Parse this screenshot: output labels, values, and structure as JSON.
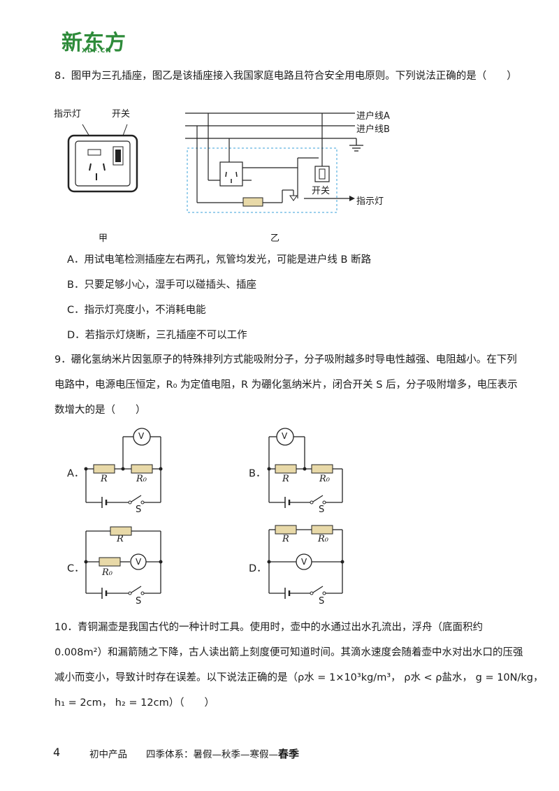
{
  "logo": {
    "main": "新东方",
    "sub": "XDF.CN"
  },
  "q8": {
    "stem": "8．图甲为三孔插座，图乙是该插座接入我国家庭电路且符合安全用电原则。下列说法正确的是（　　）",
    "fig_jia": {
      "label_lamp": "指示灯",
      "label_switch": "开关",
      "caption": "甲"
    },
    "fig_yi": {
      "line_a": "进户线A",
      "line_b": "进户线B",
      "switch": "开关",
      "lamp": "指示灯",
      "caption": "乙"
    },
    "options": [
      "A．用试电笔检测插座左右两孔，氖管均发光，可能是进户线 B 断路",
      "B．只要足够小心，湿手可以碰插头、插座",
      "C．指示灯亮度小，不消耗电能",
      "D．若指示灯烧断，三孔插座不可以工作"
    ]
  },
  "q9": {
    "line1": "9．硼化氢纳米片因氢原子的特殊排列方式能吸附分子，分子吸附越多时导电性越强、电阻越小。在下列",
    "line2": "电路中，电源电压恒定，R₀ 为定值电阻，R 为硼化氢纳米片，闭合开关 S 后，分子吸附增多，电压表示",
    "line3": "数增大的是（　　）",
    "circuits": {
      "a": {
        "label": "A．",
        "r": "R",
        "r0": "R₀",
        "v": "V",
        "s": "S"
      },
      "b": {
        "label": "B．",
        "r": "R",
        "r0": "R₀",
        "v": "V",
        "s": "S"
      },
      "c": {
        "label": "C．",
        "r": "R",
        "r0": "R₀",
        "v": "V",
        "s": "S"
      },
      "d": {
        "label": "D．",
        "r": "R",
        "r0": "R₀",
        "v": "V",
        "s": "S"
      }
    }
  },
  "q10": {
    "line1": "10．青铜漏壶是我国古代的一种计时工具。使用时，壶中的水通过出水孔流出，浮舟（底面积约",
    "line2": "0.008m²）和漏箭随之下降，古人读出箭上刻度便可知道时间。其滴水速度会随着壶中水对出水口的压强",
    "line3": "减小而变小，导致计时存在误差。以下说法正确的是（ρ水 = 1×10³kg/m³， ρ水 < ρ盐水， g = 10N/kg，",
    "line4": "h₁ = 2cm， h₂ = 12cm）（　　）"
  },
  "footer": {
    "page": "4",
    "text": "初中产品　　四季体系：暑假—秋季—寒假—",
    "bold": "春季"
  }
}
